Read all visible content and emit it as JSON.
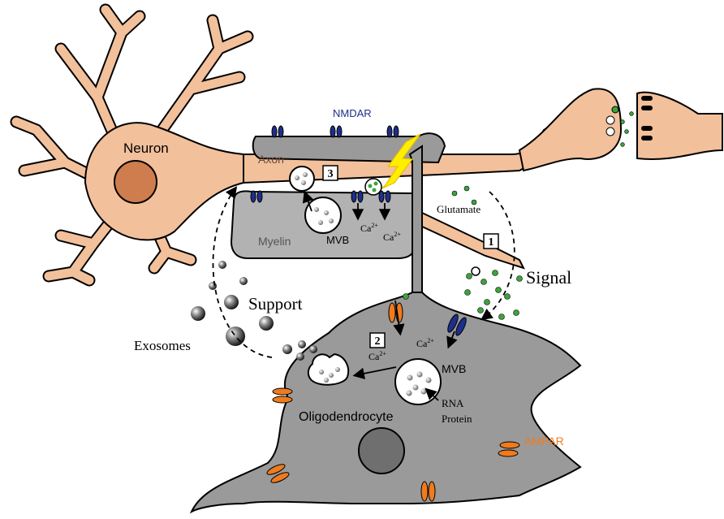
{
  "labels": {
    "neuron": "Neuron",
    "axon": "Axon",
    "nmdar": "NMDAR",
    "myelin": "Myelin",
    "mvb_top": "MVB",
    "mvb_bottom": "MVB",
    "ca_axon_1": "Ca",
    "ca_axon_2": "Ca",
    "ca_oligo_1": "Ca",
    "ca_oligo_2": "Ca",
    "ca_superscript": "2+",
    "glutamate": "Glutamate",
    "signal": "Signal",
    "support": "Support",
    "exosomes": "Exosomes",
    "oligodendrocyte": "Oligodendrocyte",
    "rna": "RNA",
    "protein": "Protein",
    "ampar": "AMPAR",
    "step_1": "1",
    "step_2": "2",
    "step_3": "3"
  },
  "colors": {
    "neuron_fill": "#f2c09a",
    "neuron_nucleus": "#cf7d4f",
    "oligo_fill": "#9a9a9a",
    "oligo_nucleus": "#6f6f6f",
    "myelin_fill": "#b2b2b2",
    "nmdar": "#1d2f88",
    "ampar": "#ef7b1e",
    "glutamate": "#3aa53a",
    "action_potential": "#ffee00",
    "outline": "#000000"
  },
  "icons": {
    "action_potential": "lightning-bolt-icon",
    "vesicle": "vesicle-icon",
    "receptor_nmdar": "nmdar-channel-icon",
    "receptor_ampar": "ampar-channel-icon"
  }
}
